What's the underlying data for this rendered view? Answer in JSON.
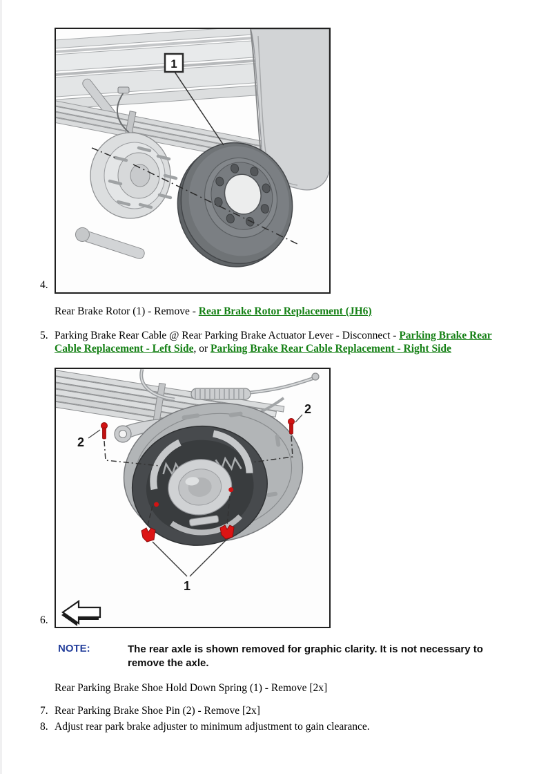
{
  "colors": {
    "link_green": "#158015",
    "note_blue": "#233e9b",
    "red_part": "#d31313",
    "figure_border": "#1f1f1f"
  },
  "steps": {
    "step4": {
      "number": "4.",
      "caption_prefix": "Rear Brake Rotor (1) - Remove - ",
      "link": "Rear Brake Rotor Replacement (JH6)"
    },
    "step5": {
      "number": "5.",
      "text_prefix": "Parking Brake Rear Cable @ Rear Parking Brake Actuator Lever - Disconnect - ",
      "link_left": "Parking Brake Rear Cable Replacement - Left Side",
      "separator": ", or ",
      "link_right": "Parking Brake Rear Cable Replacement - Right Side"
    },
    "step6": {
      "number": "6.",
      "note_label": "NOTE:",
      "note_text": "The rear axle is shown removed for graphic clarity. It is not necessary to remove the axle.",
      "caption": "Rear Parking Brake Shoe Hold Down Spring (1) - Remove [2x]"
    },
    "step7": {
      "number": "7.",
      "text": "Rear Parking Brake Shoe Pin (2) - Remove [2x]"
    },
    "step8": {
      "number": "8.",
      "text": "Adjust rear park brake adjuster to minimum adjustment to gain clearance."
    }
  },
  "figure1": {
    "callout_rotor": "1"
  },
  "figure2": {
    "callout_pin_left": "2",
    "callout_pin_right": "2",
    "callout_clips": "1"
  }
}
